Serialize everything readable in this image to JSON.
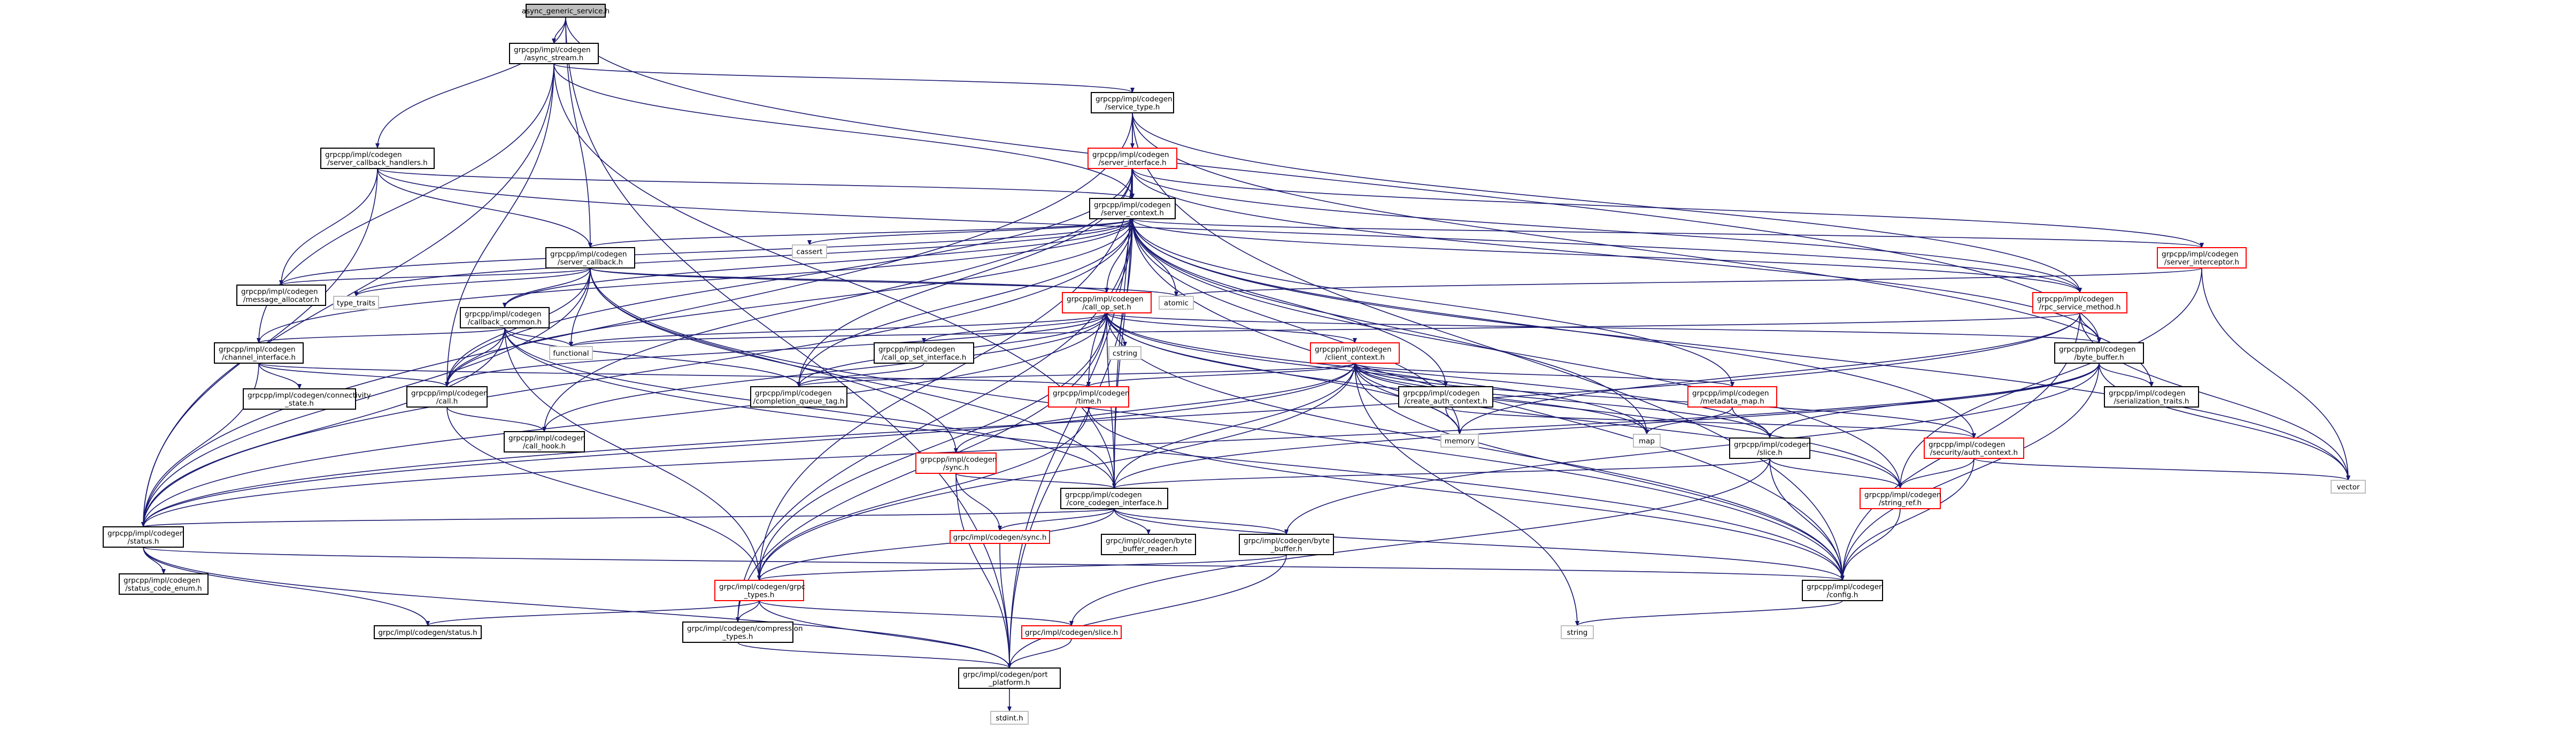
{
  "graph": {
    "nodes": [
      {
        "id": "async_generic_service",
        "lines": [
          "async_generic_service.h"
        ],
        "style": "root"
      },
      {
        "id": "async_stream",
        "lines": [
          "grpcpp/impl/codegen",
          "/async_stream.h"
        ]
      },
      {
        "id": "service_type",
        "lines": [
          "grpcpp/impl/codegen",
          "/service_type.h"
        ]
      },
      {
        "id": "server_callback_handlers",
        "lines": [
          "grpcpp/impl/codegen",
          "/server_callback_handlers.h"
        ]
      },
      {
        "id": "server_interface",
        "lines": [
          "grpcpp/impl/codegen",
          "/server_interface.h"
        ],
        "style": "red"
      },
      {
        "id": "server_context",
        "lines": [
          "grpcpp/impl/codegen",
          "/server_context.h"
        ]
      },
      {
        "id": "server_callback",
        "lines": [
          "grpcpp/impl/codegen",
          "/server_callback.h"
        ]
      },
      {
        "id": "message_allocator",
        "lines": [
          "grpcpp/impl/codegen",
          "/message_allocator.h"
        ]
      },
      {
        "id": "type_traits",
        "lines": [
          "type_traits"
        ],
        "style": "ext"
      },
      {
        "id": "cassert",
        "lines": [
          "cassert"
        ],
        "style": "ext"
      },
      {
        "id": "atomic",
        "lines": [
          "atomic"
        ],
        "style": "ext"
      },
      {
        "id": "call_op_set",
        "lines": [
          "grpcpp/impl/codegen",
          "/call_op_set.h"
        ],
        "style": "red"
      },
      {
        "id": "server_interceptor",
        "lines": [
          "grpcpp/impl/codegen",
          "/server_interceptor.h"
        ],
        "style": "red"
      },
      {
        "id": "rpc_service_method",
        "lines": [
          "grpcpp/impl/codegen",
          "/rpc_service_method.h"
        ],
        "style": "red"
      },
      {
        "id": "callback_common",
        "lines": [
          "grpcpp/impl/codegen",
          "/callback_common.h"
        ]
      },
      {
        "id": "channel_interface",
        "lines": [
          "grpcpp/impl/codegen",
          "/channel_interface.h"
        ]
      },
      {
        "id": "functional",
        "lines": [
          "functional"
        ],
        "style": "ext"
      },
      {
        "id": "call_op_set_interface",
        "lines": [
          "grpcpp/impl/codegen",
          "/call_op_set_interface.h"
        ]
      },
      {
        "id": "cstring",
        "lines": [
          "cstring"
        ],
        "style": "ext"
      },
      {
        "id": "client_context",
        "lines": [
          "grpcpp/impl/codegen",
          "/client_context.h"
        ],
        "style": "red"
      },
      {
        "id": "byte_buffer",
        "lines": [
          "grpcpp/impl/codegen",
          "/byte_buffer.h"
        ]
      },
      {
        "id": "call",
        "lines": [
          "grpcpp/impl/codegen",
          "/call.h"
        ]
      },
      {
        "id": "completion_queue_tag",
        "lines": [
          "grpcpp/impl/codegen",
          "/completion_queue_tag.h"
        ]
      },
      {
        "id": "time",
        "lines": [
          "grpcpp/impl/codegen",
          "/time.h"
        ],
        "style": "red"
      },
      {
        "id": "create_auth_context",
        "lines": [
          "grpcpp/impl/codegen",
          "/create_auth_context.h"
        ]
      },
      {
        "id": "metadata_map",
        "lines": [
          "grpcpp/impl/codegen",
          "/metadata_map.h"
        ],
        "style": "red"
      },
      {
        "id": "serialization_traits",
        "lines": [
          "grpcpp/impl/codegen",
          "/serialization_traits.h"
        ]
      },
      {
        "id": "connectivity_state",
        "lines": [
          "grpcpp/impl/codegen/connectivity",
          "_state.h"
        ]
      },
      {
        "id": "call_hook",
        "lines": [
          "grpcpp/impl/codegen",
          "/call_hook.h"
        ]
      },
      {
        "id": "memory",
        "lines": [
          "memory"
        ],
        "style": "ext"
      },
      {
        "id": "map",
        "lines": [
          "map"
        ],
        "style": "ext"
      },
      {
        "id": "slice",
        "lines": [
          "grpcpp/impl/codegen",
          "/slice.h"
        ]
      },
      {
        "id": "security_auth_context",
        "lines": [
          "grpcpp/impl/codegen",
          "/security/auth_context.h"
        ],
        "style": "red"
      },
      {
        "id": "sync",
        "lines": [
          "grpcpp/impl/codegen",
          "/sync.h"
        ],
        "style": "red"
      },
      {
        "id": "core_codegen_interface",
        "lines": [
          "grpcpp/impl/codegen",
          "/core_codegen_interface.h"
        ]
      },
      {
        "id": "vector",
        "lines": [
          "vector"
        ],
        "style": "ext"
      },
      {
        "id": "string_ref",
        "lines": [
          "grpcpp/impl/codegen",
          "/string_ref.h"
        ],
        "style": "red"
      },
      {
        "id": "status",
        "lines": [
          "grpcpp/impl/codegen",
          "/status.h"
        ]
      },
      {
        "id": "grpc_sync",
        "lines": [
          "grpc/impl/codegen/sync.h"
        ],
        "style": "red"
      },
      {
        "id": "byte_buffer_reader",
        "lines": [
          "grpc/impl/codegen/byte",
          "_buffer_reader.h"
        ]
      },
      {
        "id": "grpc_byte_buffer",
        "lines": [
          "grpc/impl/codegen/byte",
          "_buffer.h"
        ]
      },
      {
        "id": "config",
        "lines": [
          "grpcpp/impl/codegen",
          "/config.h"
        ]
      },
      {
        "id": "status_code_enum",
        "lines": [
          "grpcpp/impl/codegen",
          "/status_code_enum.h"
        ]
      },
      {
        "id": "grpc_types",
        "lines": [
          "grpc/impl/codegen/grpc",
          "_types.h"
        ],
        "style": "red"
      },
      {
        "id": "grpc_status",
        "lines": [
          "grpc/impl/codegen/status.h"
        ]
      },
      {
        "id": "compression_types",
        "lines": [
          "grpc/impl/codegen/compression",
          "_types.h"
        ]
      },
      {
        "id": "grpc_slice",
        "lines": [
          "grpc/impl/codegen/slice.h"
        ],
        "style": "red"
      },
      {
        "id": "string",
        "lines": [
          "string"
        ],
        "style": "ext"
      },
      {
        "id": "port_platform",
        "lines": [
          "grpc/impl/codegen/port",
          "_platform.h"
        ]
      },
      {
        "id": "stdint",
        "lines": [
          "stdint.h"
        ],
        "style": "ext"
      }
    ],
    "colors": {
      "edge": "#191970",
      "node_border": "#000000",
      "red_border": "#ff0000",
      "ext_border": "#bfbfbf",
      "root_fill": "#bfbfbf",
      "fill": "#ffffff"
    }
  }
}
